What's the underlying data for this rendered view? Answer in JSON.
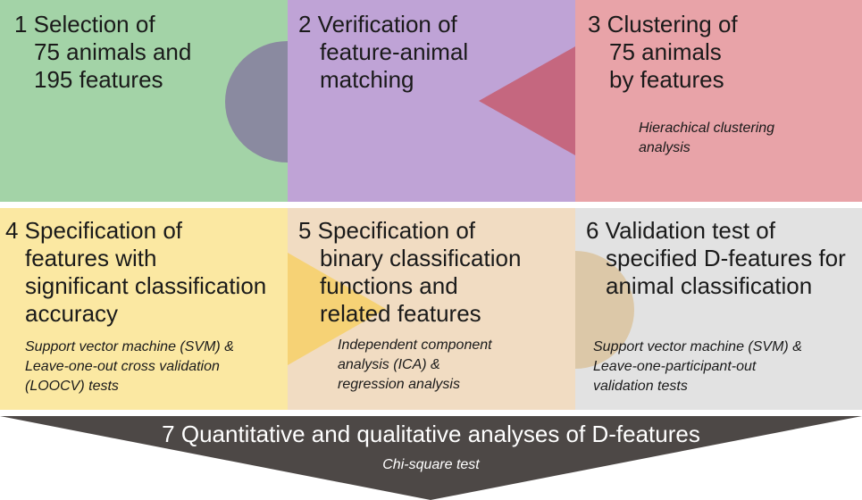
{
  "colors": {
    "step1": "#a3d3a7",
    "step2": "#bfa3d6",
    "step3": "#e8a3a8",
    "step4": "#fbe8a2",
    "step5": "#f1dcc2",
    "step6": "#e2e2e2",
    "step7": "#4d4846",
    "shape1": "#8a8aa0",
    "shape2": "#c5677f",
    "shape3": "#f6d275",
    "shape4": "#dcc8a8"
  },
  "steps": [
    {
      "number": "1",
      "title_lines": [
        "1 Selection of",
        "75 animals and",
        "195 features"
      ],
      "subtitle_lines": []
    },
    {
      "number": "2",
      "title_lines": [
        "2 Verification of",
        "feature-animal",
        "matching"
      ],
      "subtitle_lines": []
    },
    {
      "number": "3",
      "title_lines": [
        "3 Clustering of",
        "75 animals",
        "by features"
      ],
      "subtitle_lines": [
        "Hierachical clustering",
        "analysis"
      ]
    },
    {
      "number": "4",
      "title_lines": [
        "4 Specification of",
        "features with",
        "significant classification",
        "accuracy"
      ],
      "subtitle_lines": [
        "Support vector machine (SVM) &",
        "Leave-one-out cross validation",
        "(LOOCV) tests"
      ]
    },
    {
      "number": "5",
      "title_lines": [
        "5 Specification of",
        "binary classification",
        "functions and",
        "related features"
      ],
      "subtitle_lines": [
        "Independent component",
        "analysis (ICA) &",
        "regression analysis"
      ]
    },
    {
      "number": "6",
      "title_lines": [
        "6 Validation test of",
        "specified D-features for",
        "animal classification"
      ],
      "subtitle_lines": [
        "Support vector machine (SVM) &",
        "Leave-one-participant-out",
        "validation tests"
      ]
    }
  ],
  "final_step": {
    "title": "7 Quantitative and qualitative analyses of D-features",
    "subtitle": "Chi-square test"
  }
}
